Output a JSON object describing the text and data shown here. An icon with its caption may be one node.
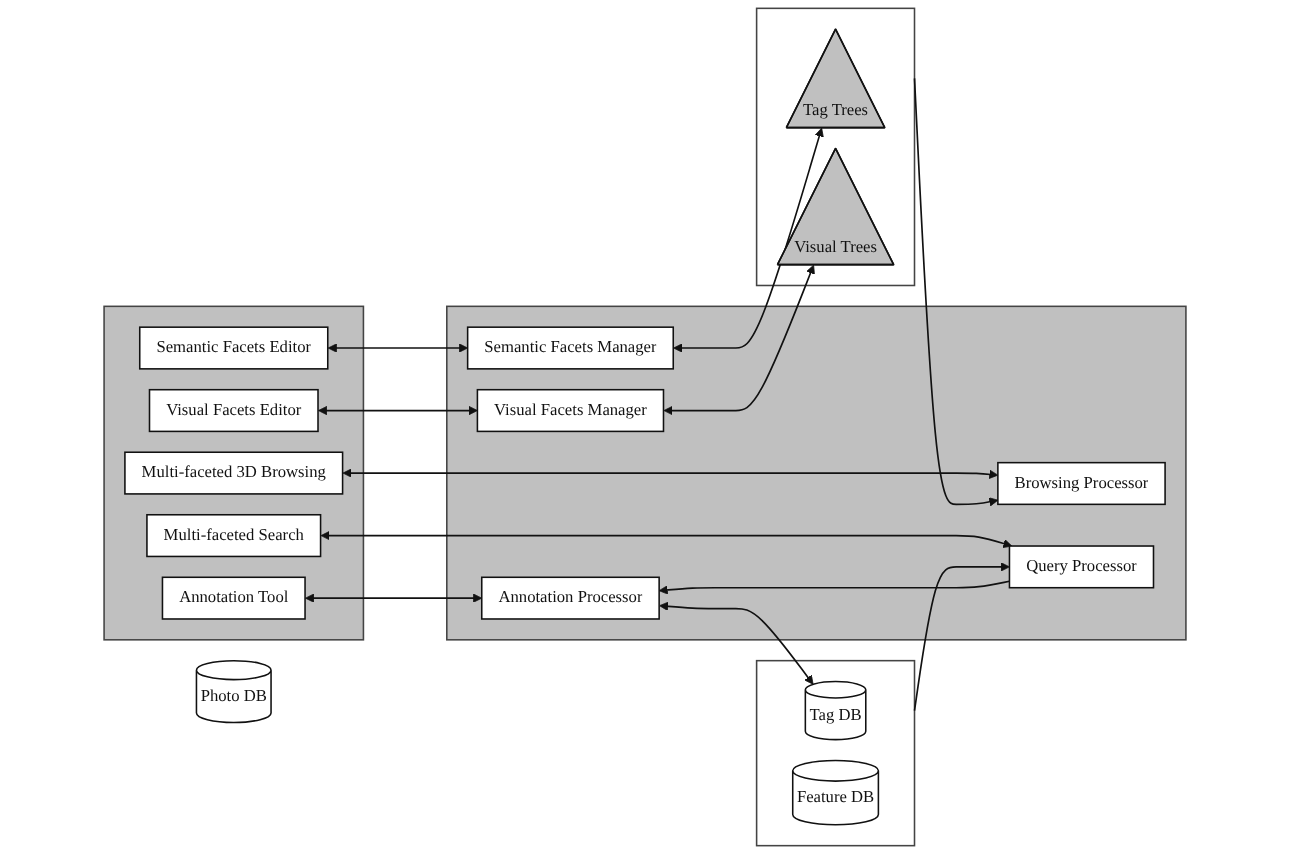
{
  "diagram": {
    "nodes": [
      {
        "text": [],
        "shape": "box"
      },
      {
        "text": [
          "Semantic Facets Editor"
        ],
        "in": 0
      },
      {
        "text": [
          "Visual Facets Editor"
        ],
        "in": 0
      },
      {
        "text": [
          "Multi-faceted 3D Browsing"
        ],
        "in": 0
      },
      {
        "text": [
          "Annotation Tool"
        ],
        "in": 0
      },
      {
        "text": [
          "Multi-faceted Search"
        ],
        "in": 0
      },
      {
        "text": [],
        "shape": "box"
      },
      {
        "text": [
          "Semantic Facets Manager"
        ],
        "in": 6
      },
      {
        "text": [
          "Visual Facets Manager"
        ],
        "in": 6
      },
      {
        "text": [
          "Browsing Processor"
        ],
        "in": 6
      },
      {
        "text": [
          "Annotation Processor"
        ],
        "in": 6
      },
      {
        "text": [
          "Query Processor"
        ],
        "in": 6
      },
      {
        "text": [],
        "shape": "box"
      },
      {
        "text": [
          "Tag Trees"
        ],
        "in": 12
      },
      {
        "text": [
          "Visual Trees"
        ],
        "in": 12
      },
      {
        "text": [
          "Photo DB"
        ]
      },
      {
        "text": [],
        "shape": "box"
      },
      {
        "text": [
          "Tag DB"
        ],
        "in": 16
      },
      {
        "text": [
          "Feature DB"
        ],
        "in": 16
      }
    ],
    "edges": [
      {
        "from": 1,
        "to": 7,
        "arrow": "both"
      },
      {
        "from": 2,
        "to": 8,
        "arrow": "both"
      },
      {
        "from": 3,
        "to": 9,
        "arrow": "both"
      },
      {
        "from": 4,
        "to": 10,
        "arrow": "both"
      },
      {
        "from": 5,
        "to": 11,
        "arrow": "both"
      },
      {
        "from": 7,
        "to": 13,
        "arrow": "both"
      },
      {
        "from": 8,
        "to": 14,
        "arrow": "both"
      },
      {
        "from": 12,
        "to": 9,
        "arrow": "to"
      },
      {
        "from": 10,
        "to": 17,
        "arrow": "both"
      },
      {
        "from": 11,
        "to": 10,
        "arrow": "to"
      },
      {
        "from": 16,
        "to": 11,
        "arrow": "to"
      }
    ]
  }
}
